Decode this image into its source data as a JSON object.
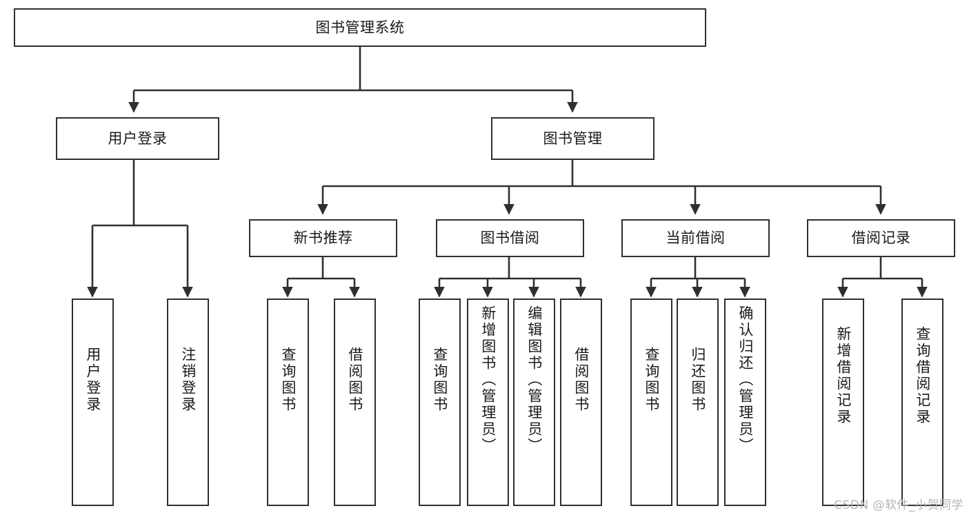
{
  "diagram": {
    "title": "图书管理系统",
    "type": "tree-hierarchy-chart",
    "watermark": "CSDN @软件_小贺同学",
    "colors": {
      "stroke": "#2f2f2f",
      "fill": "#ffffff",
      "text": "#1a1a1a",
      "watermark": "#b4b4b4"
    },
    "levels": {
      "root": {
        "label": "图书管理系统"
      },
      "level2": [
        {
          "id": "user-login",
          "label": "用户登录"
        },
        {
          "id": "book-manage",
          "label": "图书管理"
        }
      ],
      "level3": [
        {
          "id": "new-book-recommend",
          "label": "新书推荐"
        },
        {
          "id": "book-borrow",
          "label": "图书借阅"
        },
        {
          "id": "current-borrow",
          "label": "当前借阅"
        },
        {
          "id": "borrow-record",
          "label": "借阅记录"
        }
      ],
      "leaves": {
        "user_login": [
          {
            "id": "leaf-user-login",
            "label": "用户登录"
          },
          {
            "id": "leaf-user-logout",
            "label": "注销登录"
          }
        ],
        "new_book_recommend": [
          {
            "id": "leaf-query-book-1",
            "label": "查询图书"
          },
          {
            "id": "leaf-borrow-book-1",
            "label": "借阅图书"
          }
        ],
        "book_borrow": [
          {
            "id": "leaf-query-book-2",
            "label": "查询图书"
          },
          {
            "id": "leaf-add-book",
            "label": "新增图书（管理员）"
          },
          {
            "id": "leaf-edit-book",
            "label": "编辑图书（管理员）"
          },
          {
            "id": "leaf-borrow-book-2",
            "label": "借阅图书"
          }
        ],
        "current_borrow": [
          {
            "id": "leaf-query-book-3",
            "label": "查询图书"
          },
          {
            "id": "leaf-return-book",
            "label": "归还图书"
          },
          {
            "id": "leaf-confirm-return",
            "label": "确认归还（管理员）"
          }
        ],
        "borrow_record": [
          {
            "id": "leaf-add-record",
            "label": "新增借阅记录"
          },
          {
            "id": "leaf-query-record",
            "label": "查询借阅记录"
          }
        ]
      }
    }
  }
}
